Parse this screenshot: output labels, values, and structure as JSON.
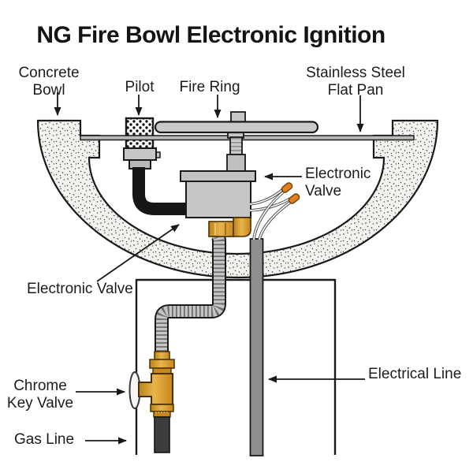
{
  "title": "NG Fire Bowl Electronic Ignition",
  "labels": {
    "concrete_bowl": {
      "line1": "Concrete",
      "line2": "Bowl"
    },
    "pilot": {
      "line1": "Pilot"
    },
    "fire_ring": {
      "line1": "Fire Ring"
    },
    "stainless_flat_pan": {
      "line1": "Stainless Steel",
      "line2": "Flat Pan"
    },
    "electronic_valve_callout": {
      "line1": "Electronic",
      "line2": "Valve"
    },
    "electronic_valve_lower": {
      "line1": "Electronic Valve"
    },
    "chrome_key_valve": {
      "line1": "Chrome",
      "line2": "Key Valve"
    },
    "gas_line": {
      "line1": "Gas Line"
    },
    "electrical_line": {
      "line1": "Electrical Line"
    }
  },
  "colors": {
    "line": "#1a1a1a",
    "metal_gray": "#c6c6c6",
    "concrete": "#f3f3ef",
    "brass": "#d79a2c",
    "wire_nut_orange": "#e0801f",
    "conduit_gray": "#8f8f8f",
    "gas_line_dark": "#3d3d3d",
    "background": "#ffffff"
  }
}
